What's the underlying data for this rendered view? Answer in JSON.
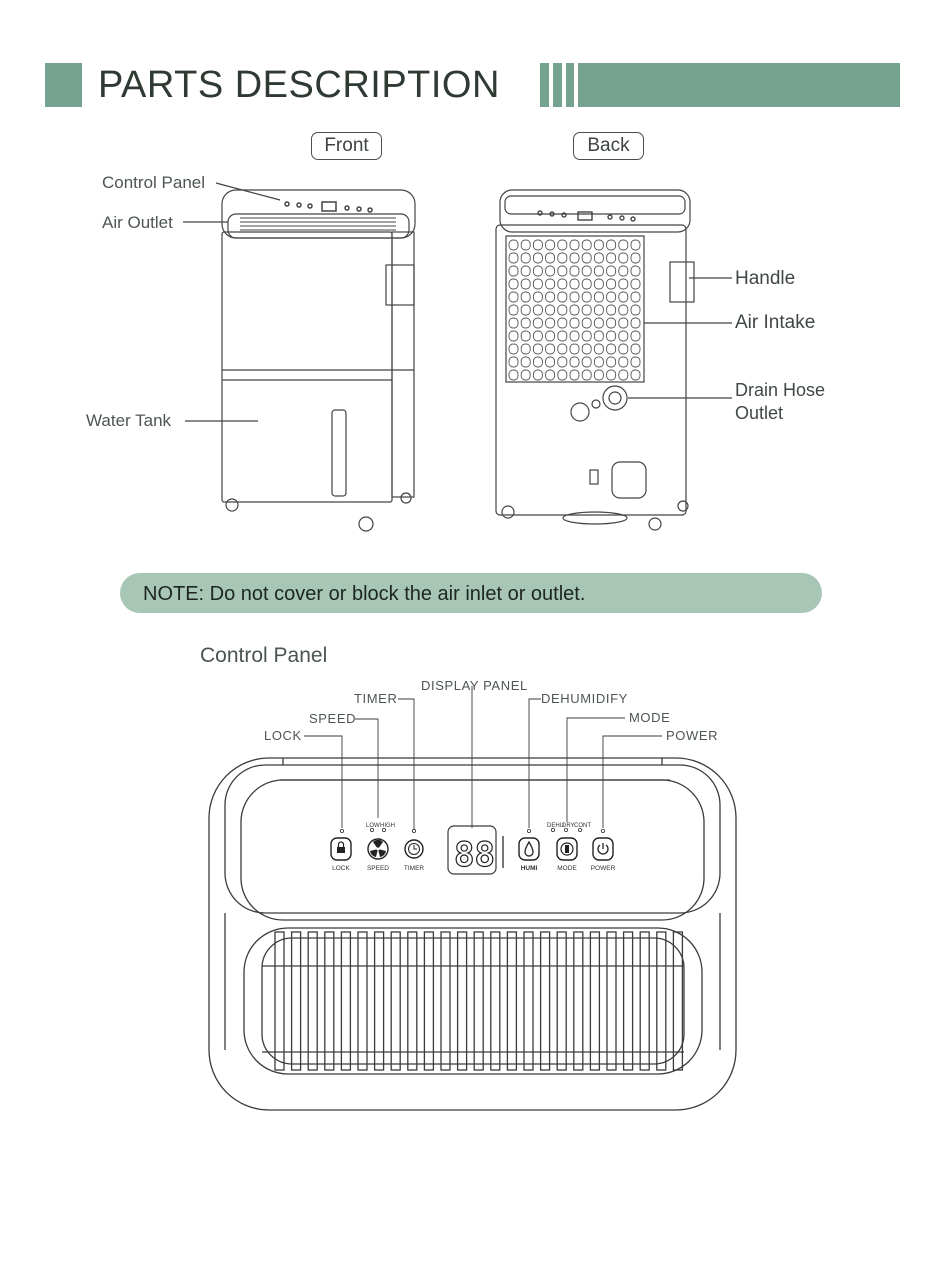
{
  "header": {
    "title": "PARTS DESCRIPTION"
  },
  "views": {
    "front": "Front",
    "back": "Back"
  },
  "front_labels": {
    "control_panel": "Control Panel",
    "air_outlet": "Air Outlet",
    "water_tank": "Water Tank"
  },
  "back_labels": {
    "handle": "Handle",
    "air_intake": "Air Intake",
    "drain_hose_line1": "Drain Hose",
    "drain_hose_line2": "Outlet"
  },
  "note": {
    "text": "NOTE: Do not cover or block the air inlet or outlet."
  },
  "control_panel": {
    "title": "Control  Panel",
    "callouts": {
      "lock": "LOCK",
      "speed": "SPEED",
      "timer": "TIMER",
      "display_panel": "DISPLAY PANEL",
      "dehumidify": "DEHUMIDIFY",
      "mode": "MODE",
      "power": "POWER"
    },
    "indicators": {
      "low": "LOW",
      "high": "HIGH",
      "dehu": "DEHU",
      "dry": "DRY",
      "cont": "CONT"
    },
    "display_digits": "88",
    "buttons": {
      "lock": "LOCK",
      "speed": "SPEED",
      "timer": "TIMER",
      "humi": "HUMI",
      "mode": "MODE",
      "power": "POWER"
    }
  },
  "icons": [
    "lock-icon",
    "fan-icon",
    "clock-icon",
    "water-drop-icon",
    "mode-icon",
    "power-icon"
  ]
}
